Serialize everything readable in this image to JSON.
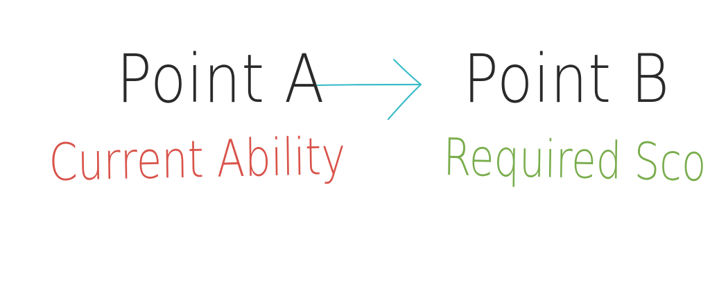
{
  "diagram": {
    "start": {
      "title": "Point A",
      "caption": "Current Ability"
    },
    "end": {
      "title": "Point B",
      "caption": "Required Score"
    }
  },
  "colors": {
    "title": "#2a2a2a",
    "start_caption": "#d9534a",
    "end_caption": "#79ad4c",
    "arrow": "#3cbcc8"
  }
}
